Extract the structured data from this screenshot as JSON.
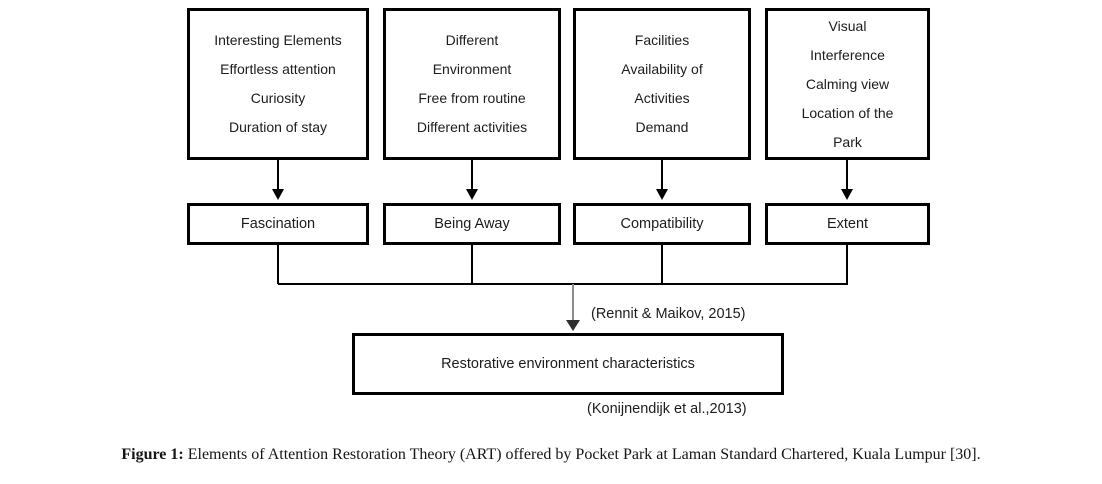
{
  "diagram": {
    "columns": [
      {
        "source_lines": [
          "Interesting Elements",
          "Effortless attention",
          "Curiosity",
          "Duration of stay"
        ],
        "label": "Fascination"
      },
      {
        "source_lines": [
          "Different",
          "Environment",
          "Free from routine",
          "Different activities"
        ],
        "label": "Being Away"
      },
      {
        "source_lines": [
          "Facilities",
          "Availability of",
          "Activities",
          "Demand"
        ],
        "label": "Compatibility"
      },
      {
        "source_lines": [
          "Visual",
          "Interference",
          "Calming view",
          "Location of the",
          "Park"
        ],
        "label": "Extent"
      }
    ],
    "citation_top": "(Rennit & Maikov, 2015)",
    "result_label": "Restorative environment characteristics",
    "citation_bottom": "(Konijnendijk et al.,2013)",
    "colors": {
      "box_border": "#000000",
      "connector_line": "#000000",
      "center_arrow": "#8c8c8c",
      "text": "#1c1c1c",
      "background": "#ffffff"
    }
  },
  "caption": {
    "label": "Figure 1:",
    "text": " Elements of Attention Restoration Theory (ART) offered by Pocket Park at Laman Standard Chartered, Kuala Lumpur [30]."
  }
}
